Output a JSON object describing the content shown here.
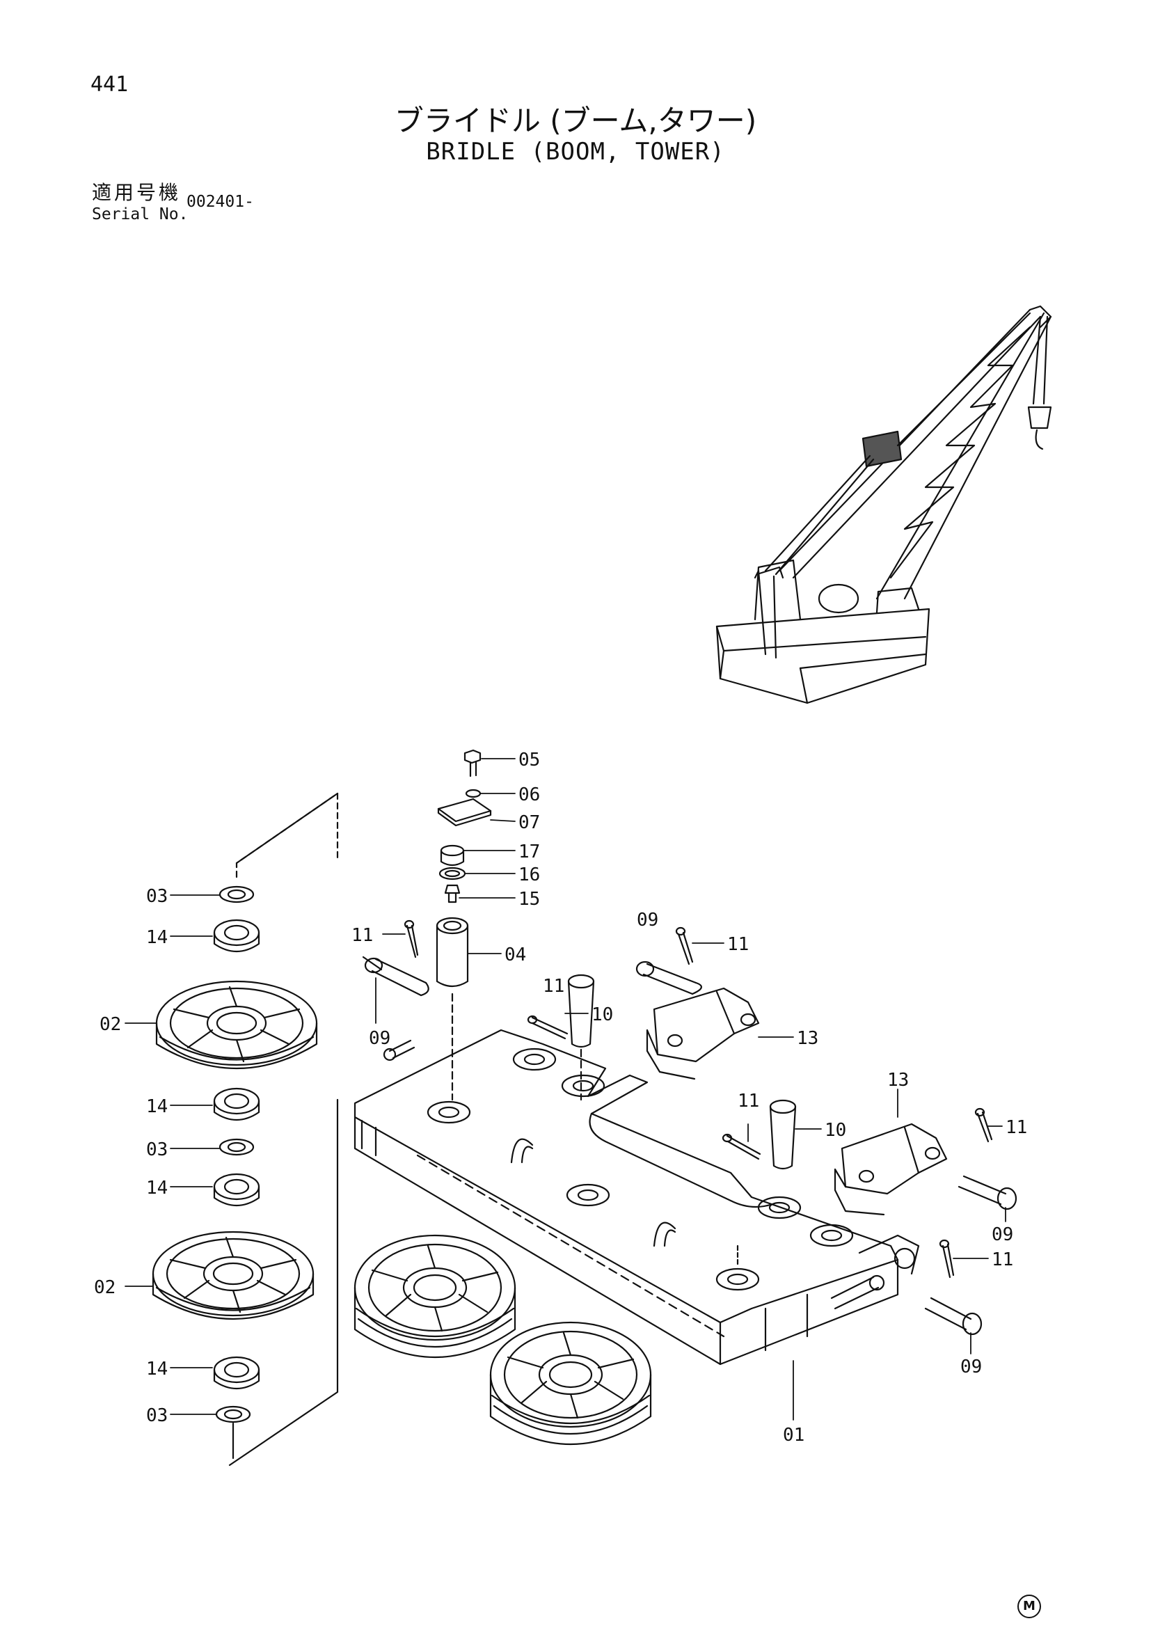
{
  "page_number": "441",
  "title_jp": "ブライドル (ブーム,タワー)",
  "title_en": "BRIDLE (BOOM, TOWER)",
  "serial": {
    "label_jp": "適用号機",
    "label_en": "Serial No.",
    "value": "002401-"
  },
  "mark": "M",
  "callouts": [
    "05",
    "06",
    "07",
    "17",
    "16",
    "15",
    "04",
    "11",
    "09",
    "11",
    "10",
    "09",
    "11",
    "13",
    "13",
    "11",
    "10",
    "11",
    "09",
    "11",
    "09",
    "01",
    "03",
    "14",
    "02",
    "14",
    "03",
    "14",
    "02",
    "14",
    "03"
  ]
}
